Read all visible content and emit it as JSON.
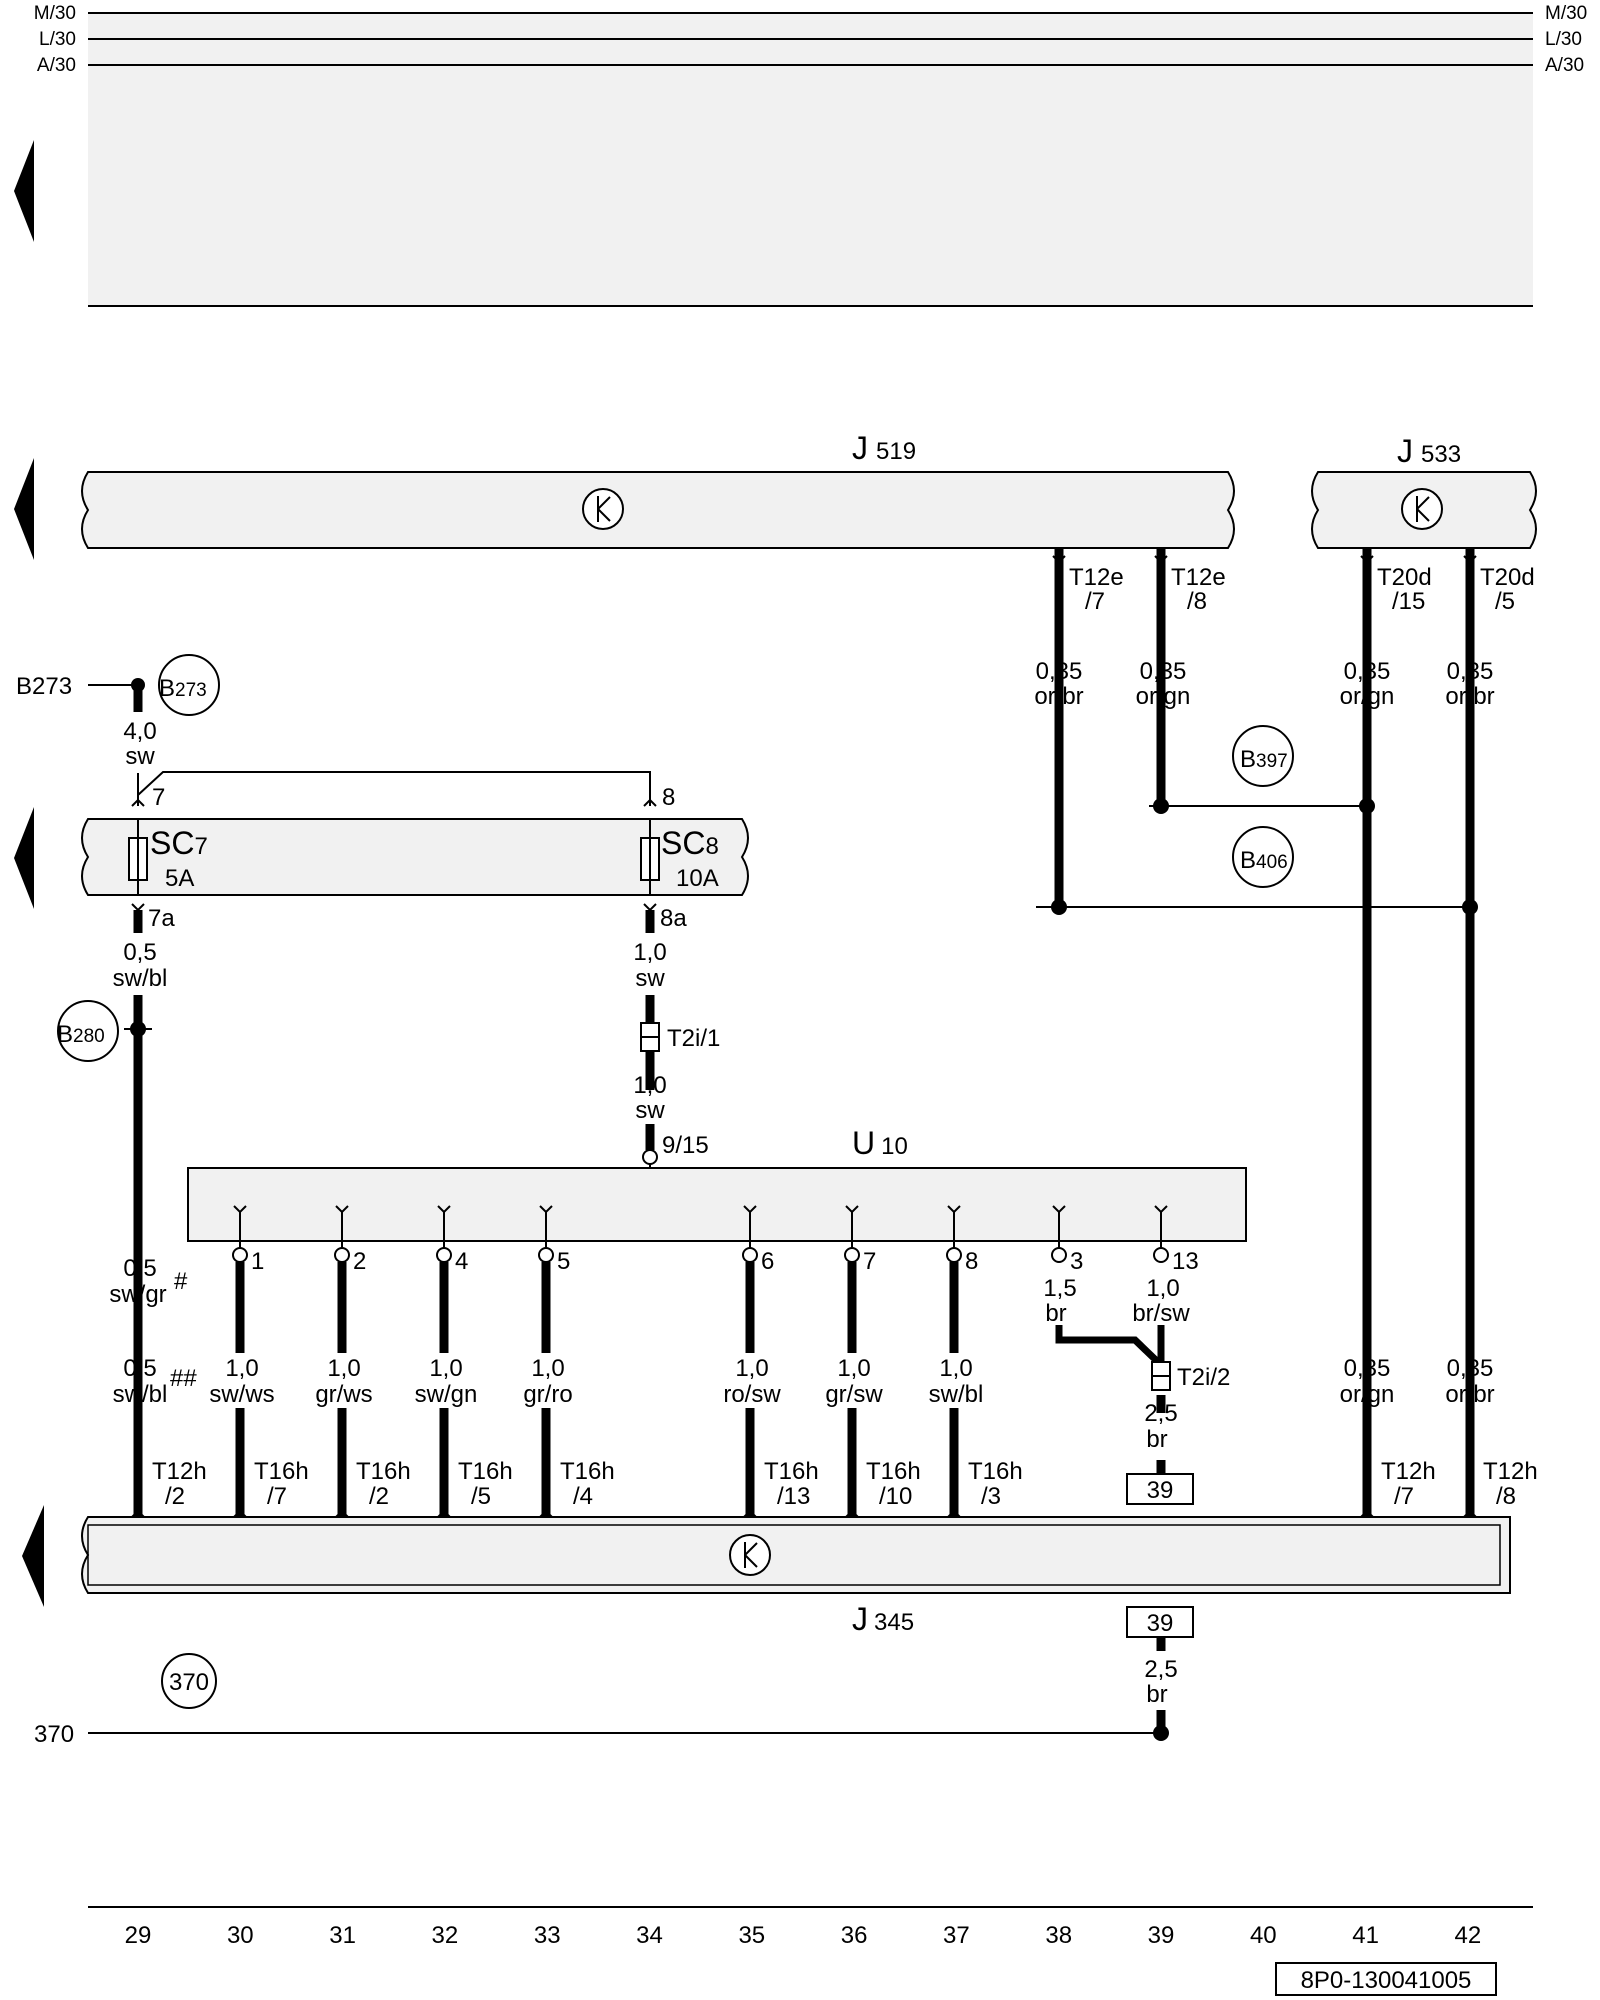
{
  "rails": [
    "M/30",
    "L/30",
    "A/30"
  ],
  "units": {
    "j519": {
      "letter": "J",
      "num": "519"
    },
    "j533": {
      "letter": "J",
      "num": "533"
    },
    "u10": {
      "letter": "U",
      "num": "10"
    },
    "j345": {
      "letter": "J",
      "num": "345"
    },
    "sc7": {
      "name": "SC",
      "num": "7",
      "rating": "5A"
    },
    "sc8": {
      "name": "SC",
      "num": "8",
      "rating": "10A"
    }
  },
  "refs": {
    "b273": {
      "letter": "B",
      "num": "273"
    },
    "b280": {
      "letter": "B",
      "num": "280"
    },
    "b397": {
      "letter": "B",
      "num": "397"
    },
    "b406": {
      "letter": "B",
      "num": "406"
    },
    "c370": "370",
    "ext_b273": "B273",
    "ext_370": "370"
  },
  "labels": {
    "t12e_7a": "T12e",
    "t12e_7b": "/7",
    "t12e_8a": "T12e",
    "t12e_8b": "/8",
    "t20d_15a": "T20d",
    "t20d_15b": "/15",
    "t20d_5a": "T20d",
    "t20d_5b": "/5",
    "w1a": "0,35",
    "w1b": "or/br",
    "w2a": "0,35",
    "w2b": "or/gn",
    "w3a": "0,35",
    "w3b": "or/gn",
    "w4a": "0,35",
    "w4b": "or/br",
    "w5a": "4,0",
    "w5b": "sw",
    "p7": "7",
    "p8": "8",
    "p7a": "7a",
    "p8a": "8a",
    "w6a": "0,5",
    "w6b": "sw/bl",
    "w7a": "1,0",
    "w7b": "sw",
    "t2i1": "T2i/1",
    "w8a": "1,0",
    "w8b": "sw",
    "p915": "9/15",
    "u1": "1",
    "u2": "2",
    "u4": "4",
    "u5": "5",
    "u6": "6",
    "u7": "7",
    "u8": "8",
    "u3": "3",
    "u13": "13",
    "w9a": "0,5",
    "w9b": "sw/gr",
    "hash1": "#",
    "w10a": "0,5",
    "w10b": "sw/bl",
    "hash2": "##",
    "w11a": "1,0",
    "w11b": "sw/ws",
    "w12a": "1,0",
    "w12b": "gr/ws",
    "w13a": "1,0",
    "w13b": "sw/gn",
    "w14a": "1,0",
    "w14b": "gr/ro",
    "w15a": "1,0",
    "w15b": "ro/sw",
    "w16a": "1,0",
    "w16b": "gr/sw",
    "w17a": "1,0",
    "w17b": "sw/bl",
    "w18a": "1,5",
    "w18b": "br",
    "w19a": "1,0",
    "w19b": "br/sw",
    "t2i2": "T2i/2",
    "w20a": "2,5",
    "w20b": "br",
    "w21a": "0,35",
    "w21b": "or/gn",
    "w22a": "0,35",
    "w22b": "or/br",
    "box39a": "39",
    "box39b": "39",
    "w23a": "2,5",
    "w23b": "br",
    "t12h_2a": "T12h",
    "t12h_2b": "/2",
    "t16h_7a": "T16h",
    "t16h_7b": "/7",
    "t16h_2a": "T16h",
    "t16h_2b": "/2",
    "t16h_5a": "T16h",
    "t16h_5b": "/5",
    "t16h_4a": "T16h",
    "t16h_4b": "/4",
    "t16h_13a": "T16h",
    "t16h_13b": "/13",
    "t16h_10a": "T16h",
    "t16h_10b": "/10",
    "t16h_3a": "T16h",
    "t16h_3b": "/3",
    "t12h_7a": "T12h",
    "t12h_7b": "/7",
    "t12h_8a": "T12h",
    "t12h_8b": "/8"
  },
  "scale": [
    "29",
    "30",
    "31",
    "32",
    "33",
    "34",
    "35",
    "36",
    "37",
    "38",
    "39",
    "40",
    "41",
    "42"
  ],
  "footer_code": "8P0-130041005"
}
